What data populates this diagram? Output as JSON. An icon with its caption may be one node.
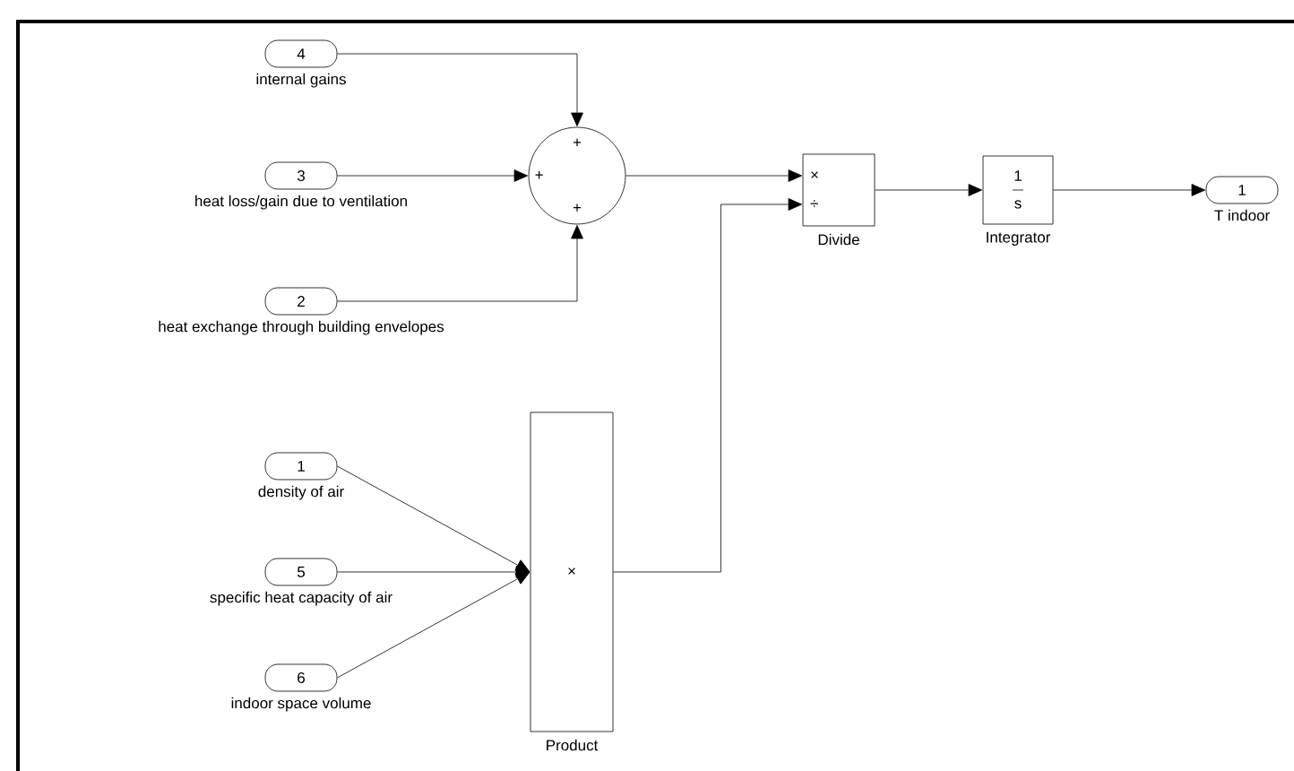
{
  "diagram": {
    "nodes": [
      {
        "text": [
          "4"
        ],
        "beside": [
          "internal gains"
        ]
      },
      {
        "text": [
          "3"
        ],
        "beside": [
          "heat loss/gain due to ventilation"
        ]
      },
      {
        "text": [
          "2"
        ],
        "beside": [
          "heat exchange through building envelopes"
        ]
      },
      {
        "text": [],
        "shape": "circle"
      },
      {
        "text": [
          "×",
          "÷"
        ],
        "beside": [
          "Divide"
        ]
      },
      {
        "text": [
          "1",
          "s"
        ],
        "beside": [
          "Integrator"
        ]
      },
      {
        "text": [
          "1"
        ],
        "beside": [
          "T indoor"
        ]
      },
      {
        "text": [
          "1"
        ],
        "beside": [
          "density of air"
        ]
      },
      {
        "text": [
          "5"
        ],
        "beside": [
          "specific heat capacity of air"
        ]
      },
      {
        "text": [
          "6"
        ],
        "beside": [
          "indoor space volume"
        ]
      },
      {
        "text": [
          "×"
        ],
        "beside": [
          "Product"
        ]
      }
    ],
    "edges": [
      {
        "from": 0,
        "to": 3,
        "arrow": "to"
      },
      {
        "from": 1,
        "to": 3,
        "arrow": "to"
      },
      {
        "from": 2,
        "to": 3,
        "arrow": "to"
      },
      {
        "from": 3,
        "to": 4,
        "arrow": "to"
      },
      {
        "from": 10,
        "to": 4,
        "arrow": "to"
      },
      {
        "from": 4,
        "to": 5,
        "arrow": "to"
      },
      {
        "from": 5,
        "to": 6,
        "arrow": "to"
      },
      {
        "from": 7,
        "to": 10,
        "arrow": "to"
      },
      {
        "from": 8,
        "to": 10,
        "arrow": "to"
      },
      {
        "from": 9,
        "to": 10,
        "arrow": "to"
      }
    ],
    "labels": [
      "+",
      "+",
      "+"
    ]
  }
}
